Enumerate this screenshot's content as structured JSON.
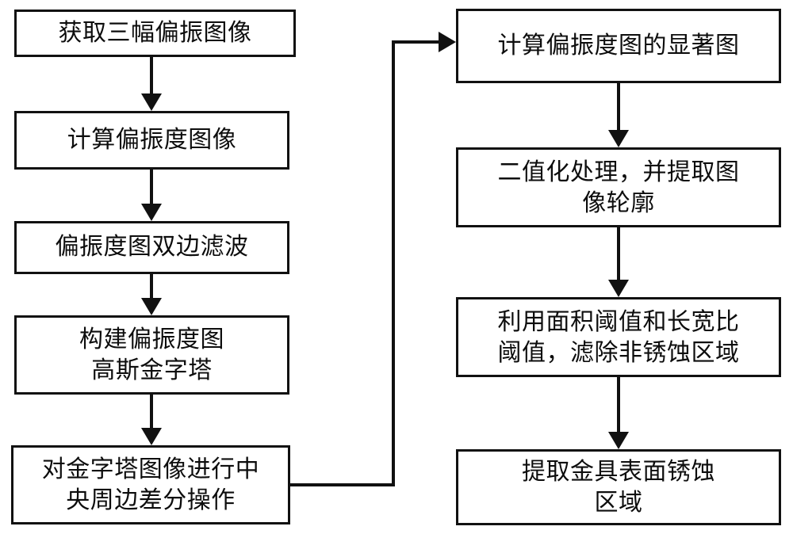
{
  "diagram": {
    "type": "flowchart",
    "orientation": "two-column",
    "background_color": "#ffffff",
    "line_color": "#111111",
    "text_color": "#0d0d0d",
    "left_column": [
      {
        "id": "L1",
        "label": "获取三幅偏振图像",
        "lines": 1
      },
      {
        "id": "L2",
        "label": "计算偏振度图像",
        "lines": 1
      },
      {
        "id": "L3",
        "label": "偏振度图双边滤波",
        "lines": 1
      },
      {
        "id": "L4",
        "label": "构建偏振度图\n高斯金字塔",
        "lines": 2
      },
      {
        "id": "L5",
        "label": "对金字塔图像进行中\n央周边差分操作",
        "lines": 2
      }
    ],
    "right_column": [
      {
        "id": "R1",
        "label": "计算偏振度图的显著图",
        "lines": 1
      },
      {
        "id": "R2",
        "label": "二值化处理，并提取图\n像轮廓",
        "lines": 2
      },
      {
        "id": "R3",
        "label": "利用面积阈值和长宽比\n阈值，滤除非锈蚀区域",
        "lines": 2
      },
      {
        "id": "R4",
        "label": "提取金具表面锈蚀\n区域",
        "lines": 2
      }
    ],
    "connectors": [
      {
        "from": "L1",
        "to": "L2",
        "kind": "arrow-down"
      },
      {
        "from": "L2",
        "to": "L3",
        "kind": "arrow-down"
      },
      {
        "from": "L3",
        "to": "L4",
        "kind": "arrow-down"
      },
      {
        "from": "L4",
        "to": "L5",
        "kind": "arrow-down"
      },
      {
        "from": "L5",
        "to": "R1",
        "kind": "elbow-arrow-right"
      },
      {
        "from": "R1",
        "to": "R2",
        "kind": "arrow-down"
      },
      {
        "from": "R2",
        "to": "R3",
        "kind": "arrow-down"
      },
      {
        "from": "R3",
        "to": "R4",
        "kind": "arrow-down"
      }
    ]
  }
}
